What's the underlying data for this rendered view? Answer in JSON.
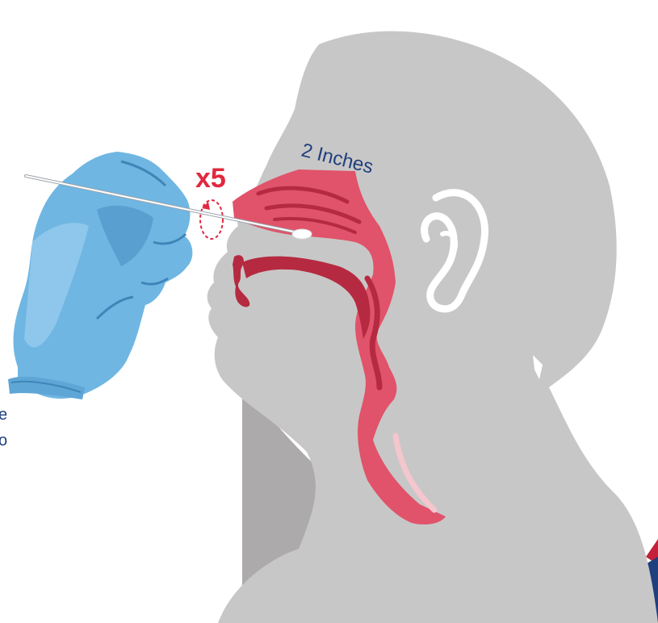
{
  "labels": {
    "repeat_count": "x5",
    "depth": "2 Inches",
    "cut_left_1": "e",
    "cut_left_2": "o"
  },
  "colors": {
    "head_gray": "#c8c7c7",
    "shadow_gray": "#acaaab",
    "airway_red": "#e0536a",
    "airway_dark": "#b52a40",
    "glove_blue": "#6fb6e3",
    "glove_dark": "#3f86b8",
    "glove_light": "#a8d6f2",
    "text_red": "#e0293f",
    "text_navy": "#1f3f7d",
    "ear_white": "#ffffff"
  },
  "icons": {
    "hand": "gloved-hand-icon",
    "swab": "nasal-swab-icon",
    "rotation": "rotation-circle-icon"
  }
}
